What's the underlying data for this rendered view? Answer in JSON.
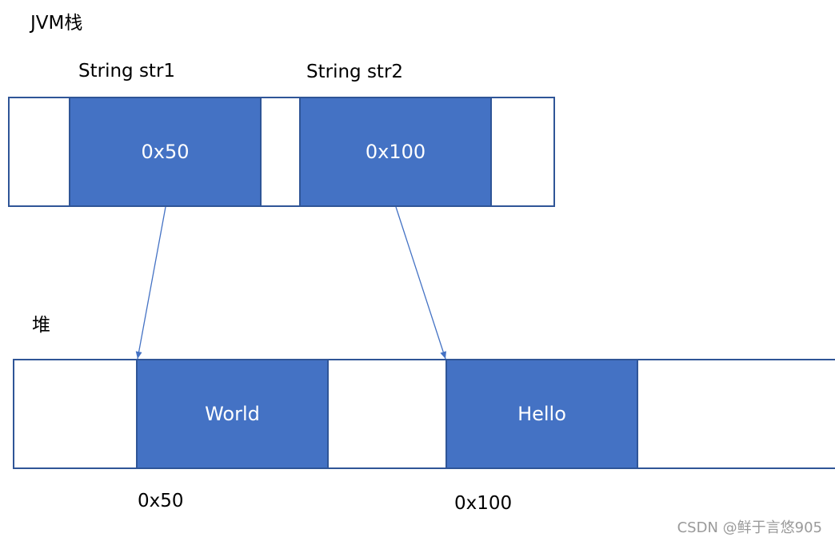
{
  "stack": {
    "title": "JVM栈",
    "var1_label": "String str1",
    "var2_label": "String str2",
    "cell1_value": "0x50",
    "cell2_value": "0x100"
  },
  "heap": {
    "title": "堆",
    "cell1_value": "World",
    "cell2_value": "Hello",
    "addr1_label": "0x50",
    "addr2_label": "0x100"
  },
  "watermark": "CSDN @鲜于言悠905",
  "colors": {
    "cell_fill": "#4472c4",
    "border": "#2f5597",
    "arrow": "#4472c4"
  }
}
